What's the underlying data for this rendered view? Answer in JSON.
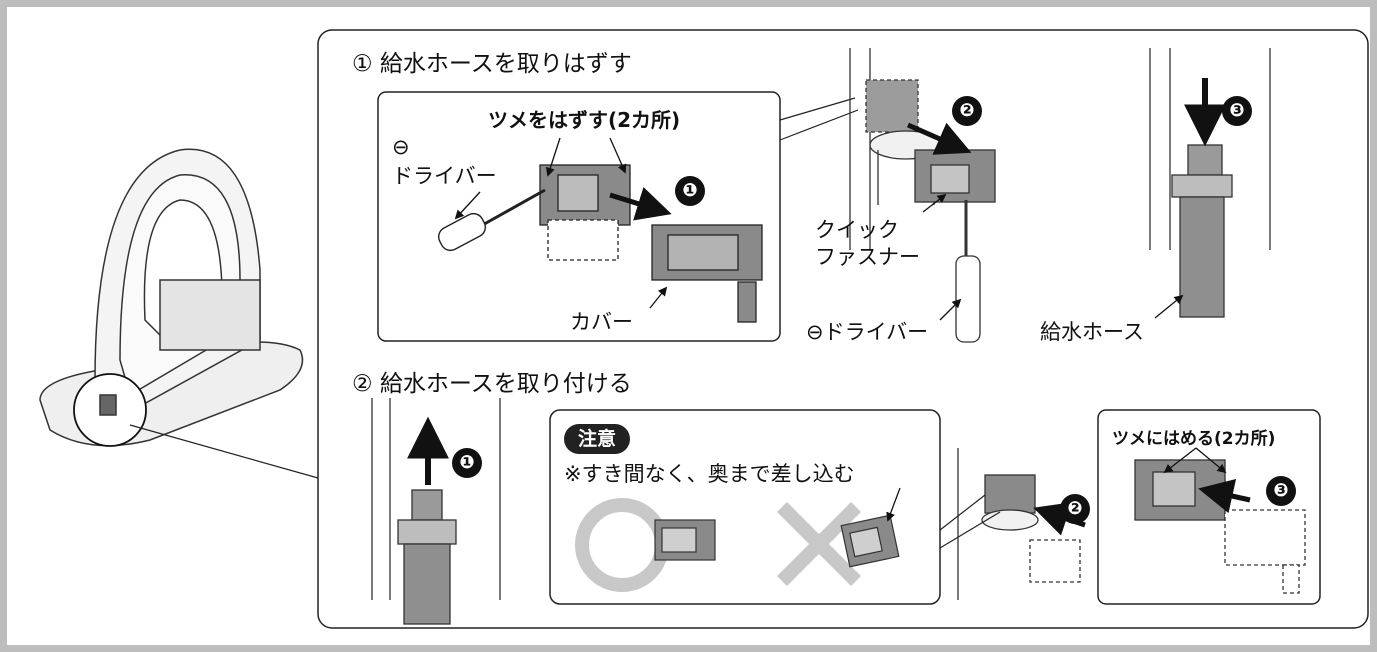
{
  "step1": {
    "title": "① 給水ホースを取りはずす",
    "tabs_label": "ツメをはずす(2カ所)",
    "minus_symbol": "⊖",
    "driver_label": "ドライバー",
    "cover_label": "カバー",
    "quick_label_line1": "クイック",
    "quick_label_line2": "ファスナー",
    "minus_driver_label": "⊖ドライバー",
    "hose_label": "給水ホース"
  },
  "step2": {
    "title": "② 給水ホースを取り付ける",
    "caution_badge": "注意",
    "caution_text": "※すき間なく、奥まで差し込む",
    "hook_label": "ツメにはめる(2カ所)"
  },
  "markers": {
    "n1": "❶",
    "n2": "❷",
    "n3": "❸"
  },
  "colors": {
    "frame": "#bdbdbd",
    "part_gray": "#8a8a8a",
    "ok_ng_mark": "#c8c8c8"
  }
}
